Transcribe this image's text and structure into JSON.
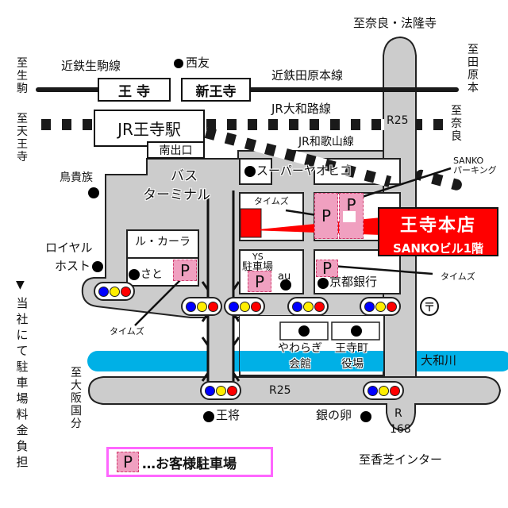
{
  "colors": {
    "road": "#cccccc",
    "road_edge": "#222222",
    "river": "#00b0e6",
    "store_highlight": "#ff0000",
    "parking_fill": "#f0a0c0",
    "parking_border": "#d04070",
    "legend_border": "#ff66ff",
    "signal_blue": "#0000ff",
    "signal_yellow": "#ffee00",
    "signal_red": "#ff0000"
  },
  "directions": {
    "north": "至奈良・法隆寺",
    "tawaramoto": "至田原本",
    "nara": "至奈良",
    "ikoma": "至生駒",
    "tennoji": "至天王寺",
    "osaka_kokubu": "至大阪国分",
    "kashiba_ic": "至香芝インター"
  },
  "rail_lines": {
    "kintetsu_ikoma": "近鉄生駒線",
    "kintetsu_tawaramoto": "近鉄田原本線",
    "jr_yamatoji": "JR大和路線",
    "jr_wakayama": "JR和歌山線"
  },
  "stations": {
    "oji": "王 寺",
    "shin_oji": "新王寺",
    "jr_oji": "JR王寺駅",
    "south_exit": "南出口"
  },
  "bus_terminal": "バス\nターミナル",
  "roads": {
    "r25_top": "R25",
    "r25_bottom": "R25",
    "r168_line1": "R",
    "r168_line2": "168"
  },
  "river": "大和川",
  "post_office_icon": "〒",
  "landmarks": {
    "nishitomo": "西友",
    "torikizoku": "鳥貴族",
    "royal_host_1": "ロイヤル",
    "royal_host_2": "ホスト",
    "le_carra": "ル・カーラ",
    "sato": "さと",
    "super_yaohiko": "スーパーヤオヒコ",
    "ys_parking_1": "YS",
    "ys_parking_2": "駐車場",
    "au": "au",
    "kyoto_bank": "京都銀行",
    "yawaragi_1": "やわらぎ",
    "yawaragi_2": "会館",
    "town_hall_1": "王寺町",
    "town_hall_2": "役場",
    "gyoza_ohsho": "王将",
    "gin_no_tamago": "銀の卵"
  },
  "parking_labels": {
    "p": "P",
    "times_left": "タイムズ",
    "times_mid": "タイムズ",
    "times_right": "タイムズ",
    "sanko_parking_1": "SANKO",
    "sanko_parking_2": "パーキング"
  },
  "store": {
    "name": "王寺本店",
    "building": "SANKOビル1階"
  },
  "legend": {
    "symbol": "P",
    "text": "…お客様駐車場"
  },
  "note": {
    "marker": "▼",
    "text": "当社にて駐車場料金負担"
  }
}
